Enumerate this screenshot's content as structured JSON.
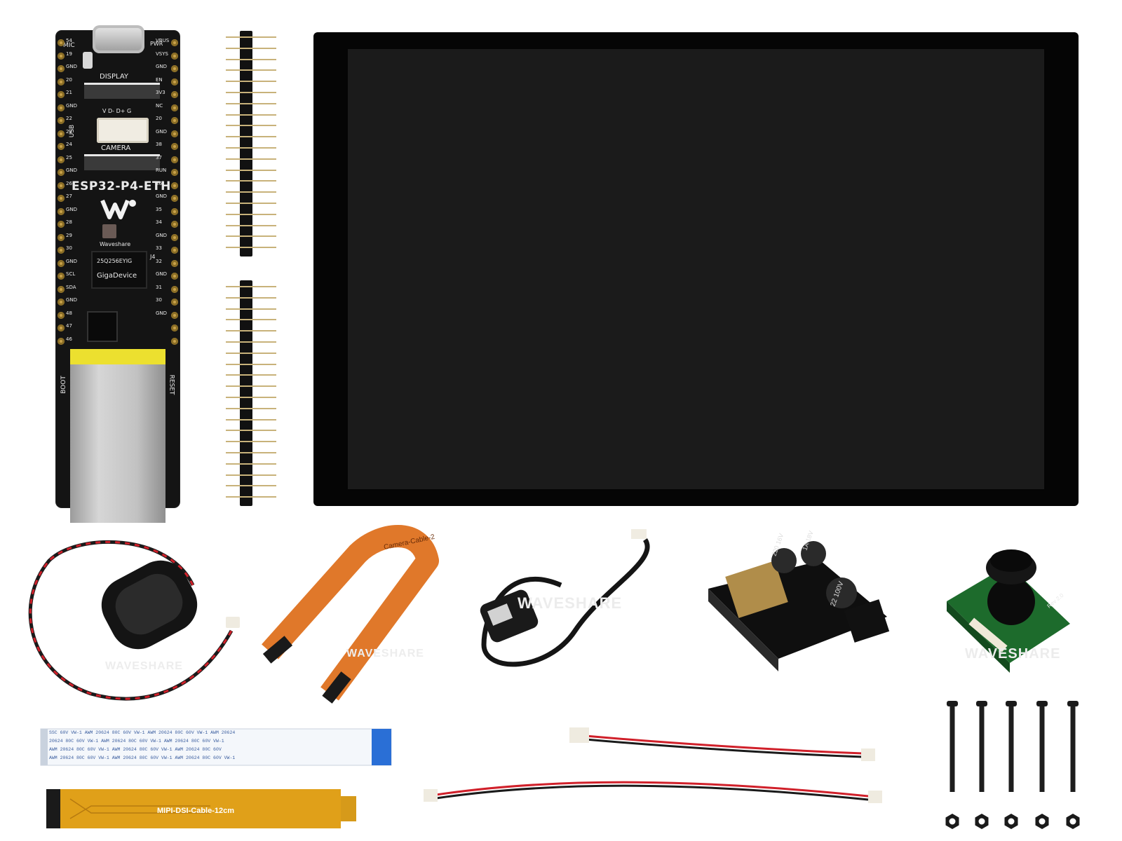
{
  "board": {
    "model": "ESP32-P4-ETH",
    "brand": "Waveshare",
    "connector_display": "DISPLAY",
    "connector_usb": "USB",
    "usb_pins": "V D- D+ G",
    "connector_camera": "CAMERA",
    "mic": "MIC",
    "pwr": "PWR",
    "boot": "BOOT",
    "reset": "RESET",
    "j4": "J4",
    "chip": "GigaDevice",
    "chip_part": "25Q256EYIG",
    "left_pins": [
      "54",
      "19",
      "GND",
      "20",
      "21",
      "GND",
      "22",
      "23",
      "24",
      "25",
      "GND",
      "26",
      "27",
      "GND",
      "28",
      "29",
      "30",
      "GND",
      "SCL",
      "SDA",
      "GND",
      "48",
      "47",
      "46"
    ],
    "right_pins": [
      "VBUS",
      "VSYS",
      "GND",
      "EN",
      "3V3",
      "NC",
      "20",
      "GND",
      "38",
      "37",
      "RUN",
      "36",
      "GND",
      "35",
      "34",
      "GND",
      "33",
      "32",
      "GND",
      "31",
      "30",
      "GND"
    ]
  },
  "cables": {
    "camera_cable": "Camera-Cable-2",
    "mipi_dsi": "MIPI-DSI-Cable-12cm",
    "fpc_print_rows": [
      "SSC 60V VW-1      AWM 20624 80C 60V VW-1      AWM 20624 80C 60V VW-1      AWM 20624",
      "20624 80C 60V VW-1      AWM 20624 80C 60V VW-1      AWM 20624 80C 60V VW-1",
      "AWM 20624 80C 60V VW-1      AWM 20624 80C 60V VW-1      AWM 20624 80C 60V",
      "AWM 20624 80C 60V VW-1      AWM 20624 80C 60V VW-1      AWM 20624 80C 60V VW-1"
    ]
  },
  "poe_module": {
    "cap1": "220 16V",
    "cap2": "1A 18V",
    "cap3": "22 100V"
  },
  "camera_module": {
    "rev": "Rev 2.0"
  },
  "watermark": "WAVESHARE",
  "colors": {
    "pcb": "#141414",
    "gold": "#c9a24a",
    "fpc_orange": "#e0782a",
    "fpc_amber": "#e0a019",
    "camera_pcb": "#1d6b2c",
    "wire_red": "#d0202a"
  }
}
